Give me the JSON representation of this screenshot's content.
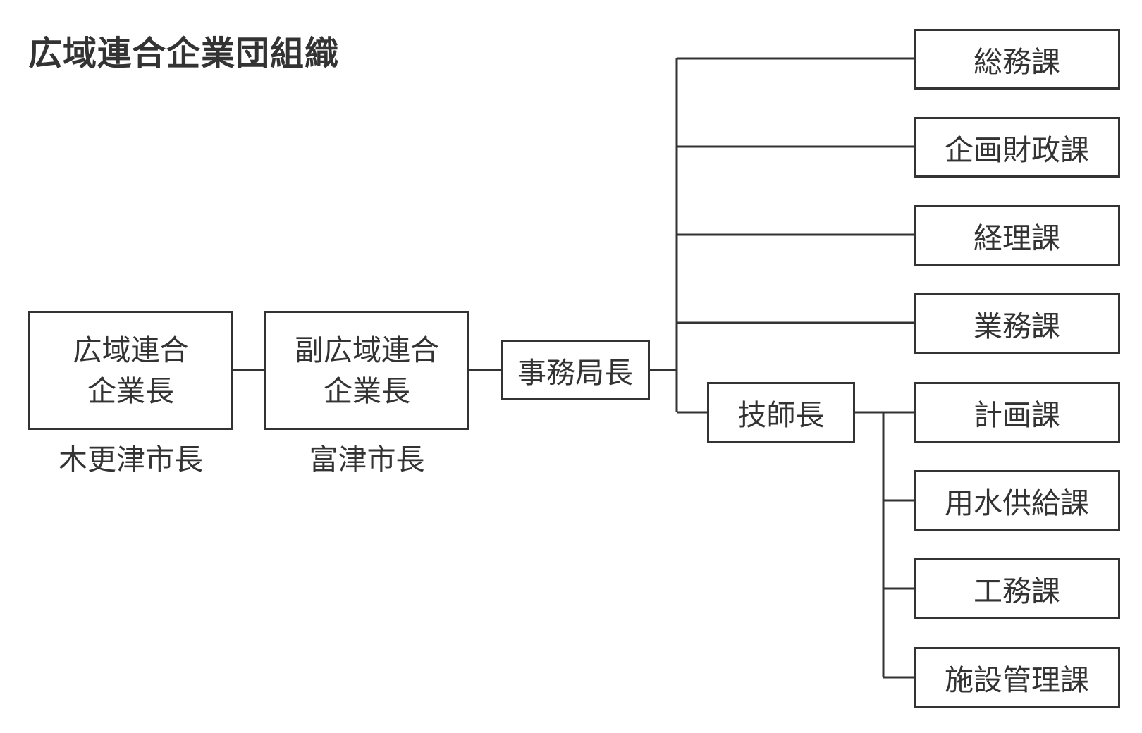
{
  "title": "広域連合企業団組織",
  "head": {
    "line1": "広域連合",
    "line2": "企業長",
    "caption": "木更津市長"
  },
  "deputy": {
    "line1": "副広域連合",
    "line2": "企業長",
    "caption": "富津市長"
  },
  "secretary_general": "事務局長",
  "chief_engineer": "技師長",
  "secretariat_sections": [
    "総務課",
    "企画財政課",
    "経理課",
    "業務課"
  ],
  "engineering_sections": [
    "計画課",
    "用水供給課",
    "工務課",
    "施設管理課"
  ],
  "colors": {
    "line": "#333333",
    "text": "#333333",
    "background": "#ffffff"
  }
}
